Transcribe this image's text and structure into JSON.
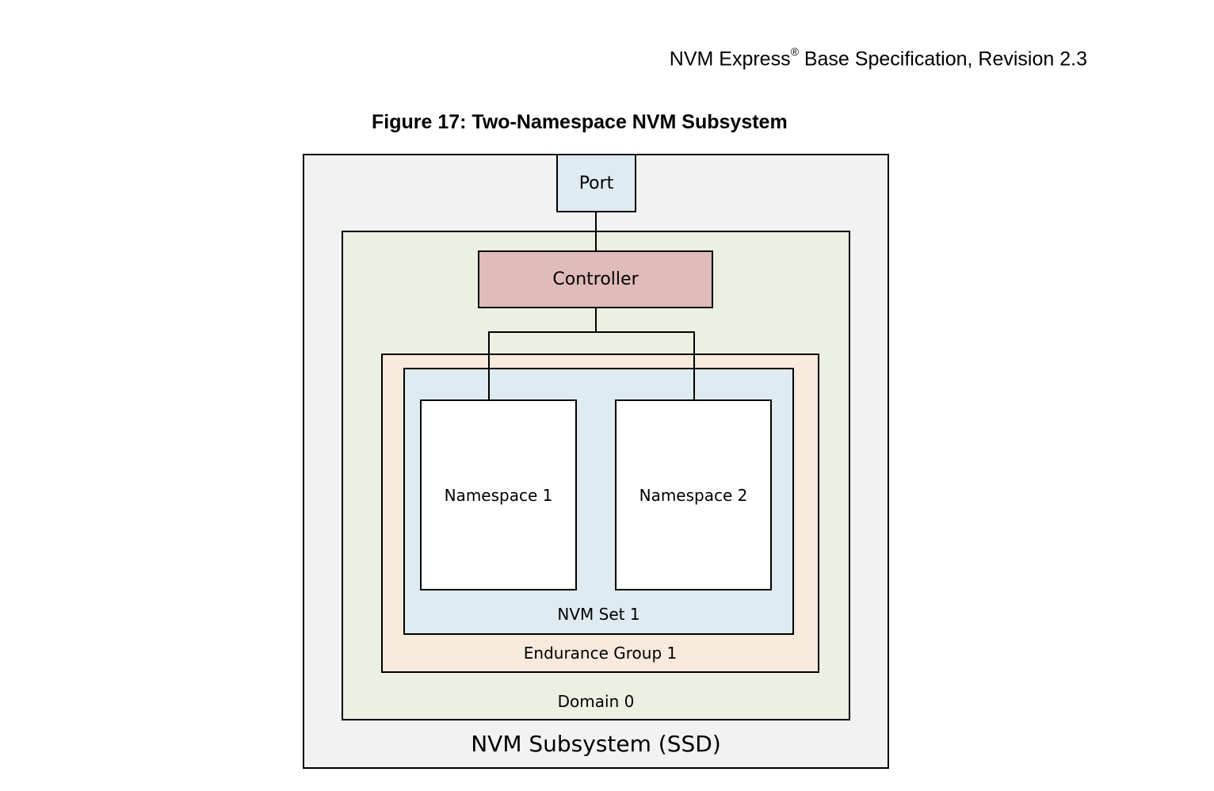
{
  "header": {
    "spec_name": "NVM Express",
    "registered_mark": "®",
    "spec_rest": " Base Specification, Revision 2.3"
  },
  "figure": {
    "caption": "Figure 17: Two-Namespace NVM Subsystem"
  },
  "diagram": {
    "subsystem_label": "NVM Subsystem (SSD)",
    "port_label": "Port",
    "domain_label": "Domain 0",
    "controller_label": "Controller",
    "endurance_group_label": "Endurance Group 1",
    "nvm_set_label": "NVM Set 1",
    "namespaces": [
      {
        "label": "Namespace 1"
      },
      {
        "label": "Namespace 2"
      }
    ],
    "colors": {
      "subsystem_fill": "#f2f2f2",
      "port_fill": "#deebf0",
      "domain_fill": "#ebf0e2",
      "controller_fill": "#dfbbba",
      "endurance_group_fill": "#f8eadd",
      "nvm_set_fill": "#deebf0",
      "namespace_fill": "#ffffff",
      "line": "#000000"
    }
  }
}
